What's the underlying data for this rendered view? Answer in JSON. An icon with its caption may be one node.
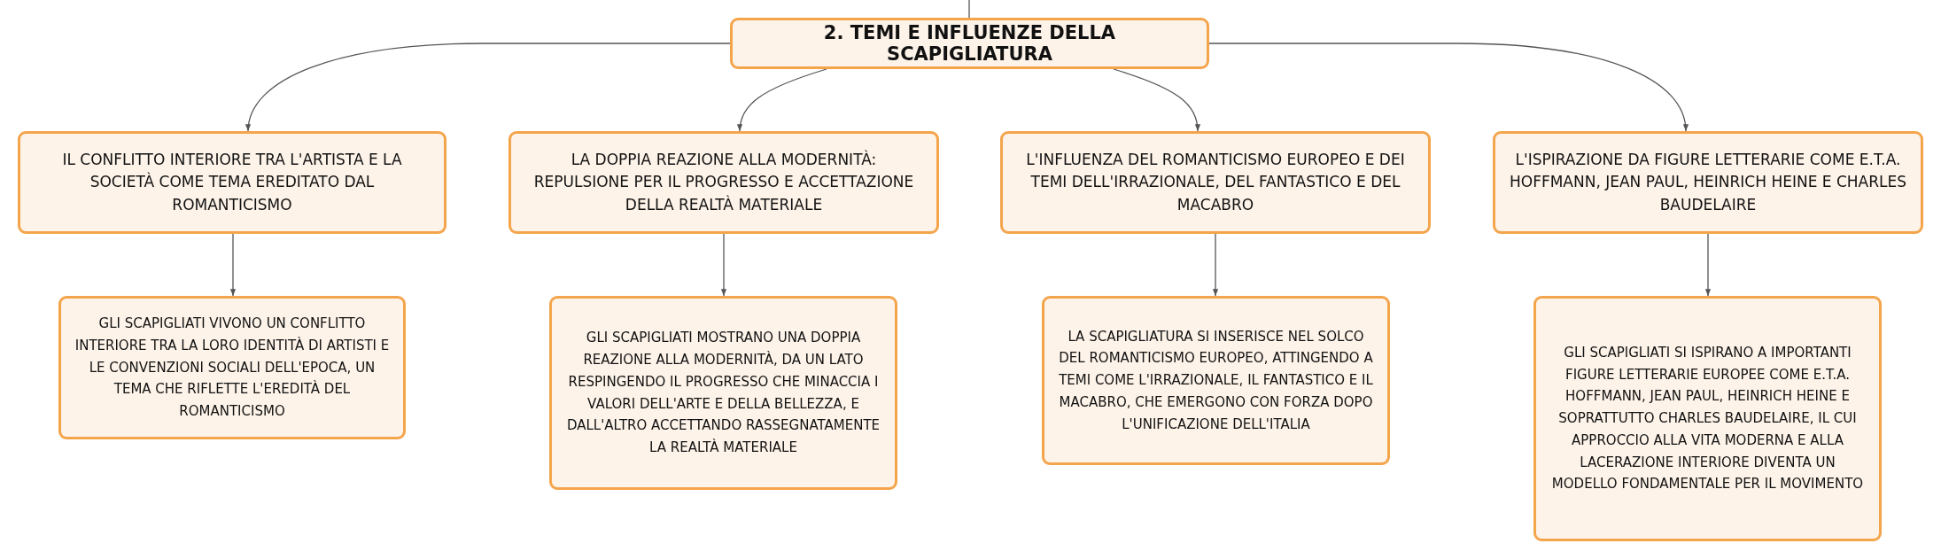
{
  "diagram": {
    "nodes": [
      {
        "text": [
          "2. TEMI E INFLUENZE DELLA SCAPIGLIATURA"
        ]
      },
      {
        "text": [
          "IL CONFLITTO INTERIORE TRA L'ARTISTA E LA SOCIETÀ COME TEMA EREDITATO DAL ROMANTICISMO"
        ]
      },
      {
        "text": [
          "GLI SCAPIGLIATI VIVONO UN CONFLITTO INTERIORE TRA LA LORO IDENTITÀ DI ARTISTI E LE CONVENZIONI SOCIALI DELL'EPOCA, UN TEMA CHE RIFLETTE L'EREDITÀ DEL ROMANTICISMO"
        ]
      },
      {
        "text": [
          "LA DOPPIA REAZIONE ALLA MODERNITÀ: REPULSIONE PER IL PROGRESSO E ACCETTAZIONE DELLA REALTÀ MATERIALE"
        ]
      },
      {
        "text": [
          "GLI SCAPIGLIATI MOSTRANO UNA DOPPIA REAZIONE ALLA MODERNITÀ, DA UN LATO RESPINGENDO IL PROGRESSO CHE MINACCIA I VALORI DELL'ARTE E DELLA BELLEZZA, E DALL'ALTRO ACCETTANDO RASSEGNATAMENTE LA REALTÀ MATERIALE"
        ]
      },
      {
        "text": [
          "L'INFLUENZA DEL ROMANTICISMO EUROPEO E DEI TEMI DELL'IRRAZIONALE, DEL FANTASTICO E DEL MACABRO"
        ]
      },
      {
        "text": [
          "LA SCAPIGLIATURA SI INSERISCE NEL SOLCO DEL ROMANTICISMO EUROPEO, ATTINGENDO A TEMI COME L'IRRAZIONALE, IL FANTASTICO E IL MACABRO, CHE EMERGONO CON FORZA DOPO L'UNIFICAZIONE DELL'ITALIA"
        ]
      },
      {
        "text": [
          "L'ISPIRAZIONE DA FIGURE LETTERARIE COME E.T.A. HOFFMANN, JEAN PAUL, HEINRICH HEINE E CHARLES BAUDELAIRE"
        ]
      },
      {
        "text": [
          "GLI SCAPIGLIATI SI ISPIRANO A IMPORTANTI FIGURE LETTERARIE EUROPEE COME E.T.A. HOFFMANN, JEAN PAUL, HEINRICH HEINE E SOPRATTUTTO CHARLES BAUDELAIRE, IL CUI APPROCCIO ALLA VITA MODERNA E ALLA LACERAZIONE INTERIORE DIVENTA UN MODELLO FONDAMENTALE PER IL MOVIMENTO"
        ]
      }
    ],
    "edges": [
      {
        "from": null,
        "to": 0,
        "arrow": "none"
      },
      {
        "from": 0,
        "to": 1,
        "arrow": "to"
      },
      {
        "from": 0,
        "to": 3,
        "arrow": "to"
      },
      {
        "from": 0,
        "to": 5,
        "arrow": "to"
      },
      {
        "from": 0,
        "to": 7,
        "arrow": "to"
      },
      {
        "from": 1,
        "to": 2,
        "arrow": "to"
      },
      {
        "from": 3,
        "to": 4,
        "arrow": "to"
      },
      {
        "from": 5,
        "to": 6,
        "arrow": "to"
      },
      {
        "from": 7,
        "to": 8,
        "arrow": "to"
      }
    ]
  }
}
